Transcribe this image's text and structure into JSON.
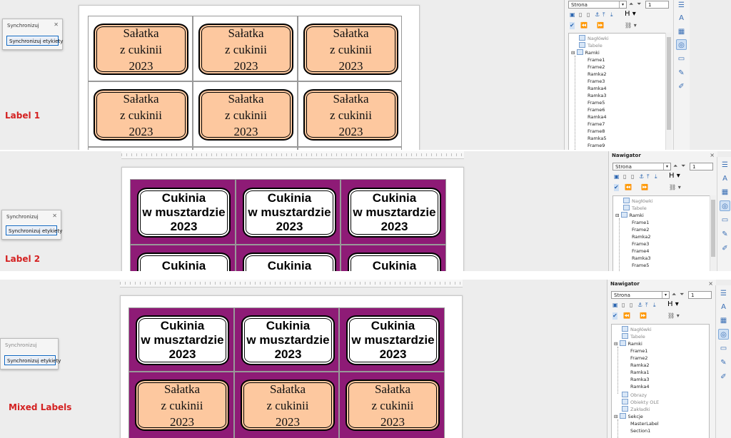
{
  "panels": [
    {
      "label": "Label 1",
      "dialog": {
        "title": "Synchronizuj",
        "button": "Synchronizuj etykiety"
      }
    },
    {
      "label": "Label 2",
      "dialog": {
        "title": "Synchronizuj",
        "button": "Synchronizuj etykiety"
      }
    },
    {
      "label": "Mixed Labels",
      "dialog": {
        "title": "Synchronizuj",
        "button": "Synchronizuj etykiety"
      }
    }
  ],
  "labels": {
    "salad": {
      "line1": "Sałatka",
      "line2": "z cukinii",
      "line3": "2023"
    },
    "mustard": {
      "line1": "Cukinia",
      "line2": "w musztardzie",
      "line3": "2023"
    }
  },
  "navigator": {
    "title": "Nawigator",
    "close": "×",
    "dropdown": "Strona",
    "spin": "1",
    "tree1": [
      "Nagłówki",
      "Tabele",
      "Ramki",
      "Frame1",
      "Frame2",
      "Ramka2",
      "Frame3",
      "Ramka4",
      "Ramka3",
      "Frame5",
      "Frame6",
      "Ramka4",
      "Frame7",
      "Frame8",
      "Ramka5",
      "Frame9"
    ],
    "tree2": [
      "Nagłówki",
      "Tabele",
      "Ramki",
      "Frame1",
      "Frame2",
      "Ramka2",
      "Frame3",
      "Frame4",
      "Ramka3",
      "Frame5"
    ],
    "tree3": [
      "Nagłówki",
      "Tabele",
      "Ramki",
      "Frame1",
      "Frame2",
      "Ramka2",
      "Ramka1",
      "Ramka3",
      "Ramka4",
      "Obrazy",
      "Obiekty OLE",
      "Zakładki",
      "Sekcje",
      "MasterLabel",
      "Section1"
    ]
  },
  "colors": {
    "peach": "#fdc89f",
    "purple": "#8e1b76",
    "accent": "#d42121"
  }
}
